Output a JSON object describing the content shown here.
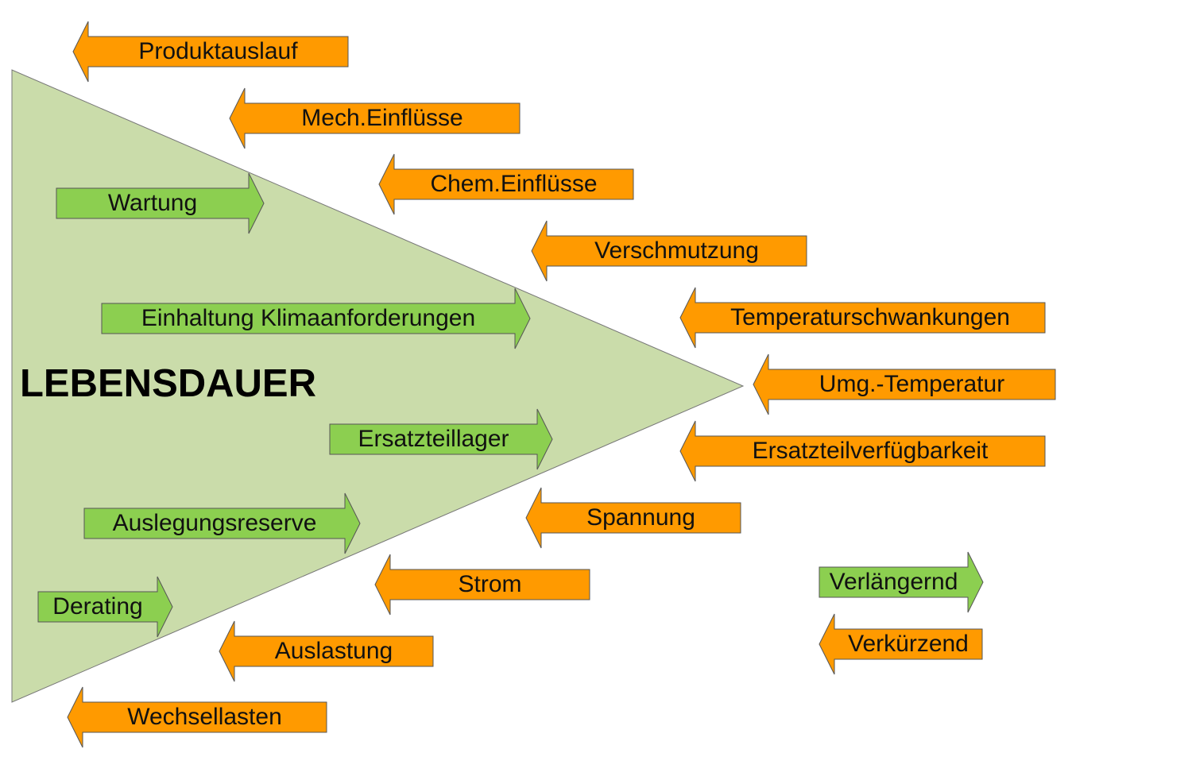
{
  "title": "LEBENSDAUER",
  "colors": {
    "triangle": "#cadcaa",
    "extend": "#8ccf50",
    "shorten": "#ff9a00",
    "stroke": "#555555"
  },
  "extending_factors": [
    "Wartung",
    "Einhaltung Klimaanforderungen",
    "Ersatzteillager",
    "Auslegungsreserve",
    "Derating"
  ],
  "shortening_factors": [
    "Produktauslauf",
    "Mech.Einflüsse",
    "Chem.Einflüsse",
    "Verschmutzung",
    "Temperaturschwankungen",
    "Umg.-Temperatur",
    "Ersatzteilverfügbarkeit",
    "Spannung",
    "Strom",
    "Auslastung",
    "Wechsellasten"
  ],
  "legend": {
    "extend": "Verlängernd",
    "shorten": "Verkürzend"
  }
}
